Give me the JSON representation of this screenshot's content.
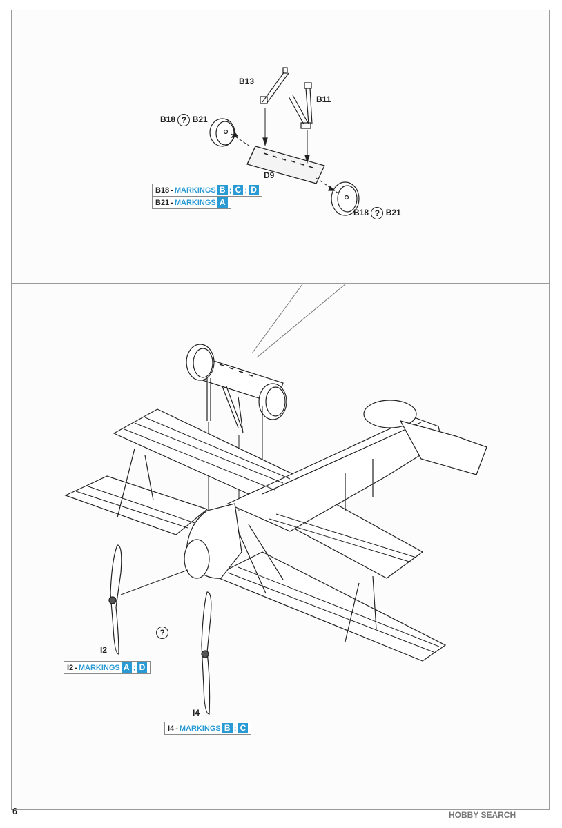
{
  "parts": {
    "b13": "B13",
    "b11": "B11",
    "b18_left": "B18",
    "b21_left": "B21",
    "b18_right": "B18",
    "b21_right": "B21",
    "d9": "D9",
    "i2": "I2",
    "i4": "I4",
    "question_mark": "?"
  },
  "markings": [
    {
      "part": "B18",
      "dash": " - ",
      "label": "MARKINGS",
      "letters": [
        "B",
        "C",
        "D"
      ]
    },
    {
      "part": "B21",
      "dash": " - ",
      "label": "MARKINGS",
      "letters": [
        "A"
      ]
    },
    {
      "part": "I2",
      "dash": " - ",
      "label": "MARKINGS",
      "letters": [
        "A",
        "D"
      ]
    },
    {
      "part": "I4",
      "dash": " - ",
      "label": "MARKINGS",
      "letters": [
        "B",
        "C"
      ]
    }
  ],
  "page_number": "6",
  "watermark": "HOBBY SEARCH",
  "colors": {
    "accent": "#2a9ad4",
    "line": "#222222",
    "frame": "#9a9a9a"
  }
}
